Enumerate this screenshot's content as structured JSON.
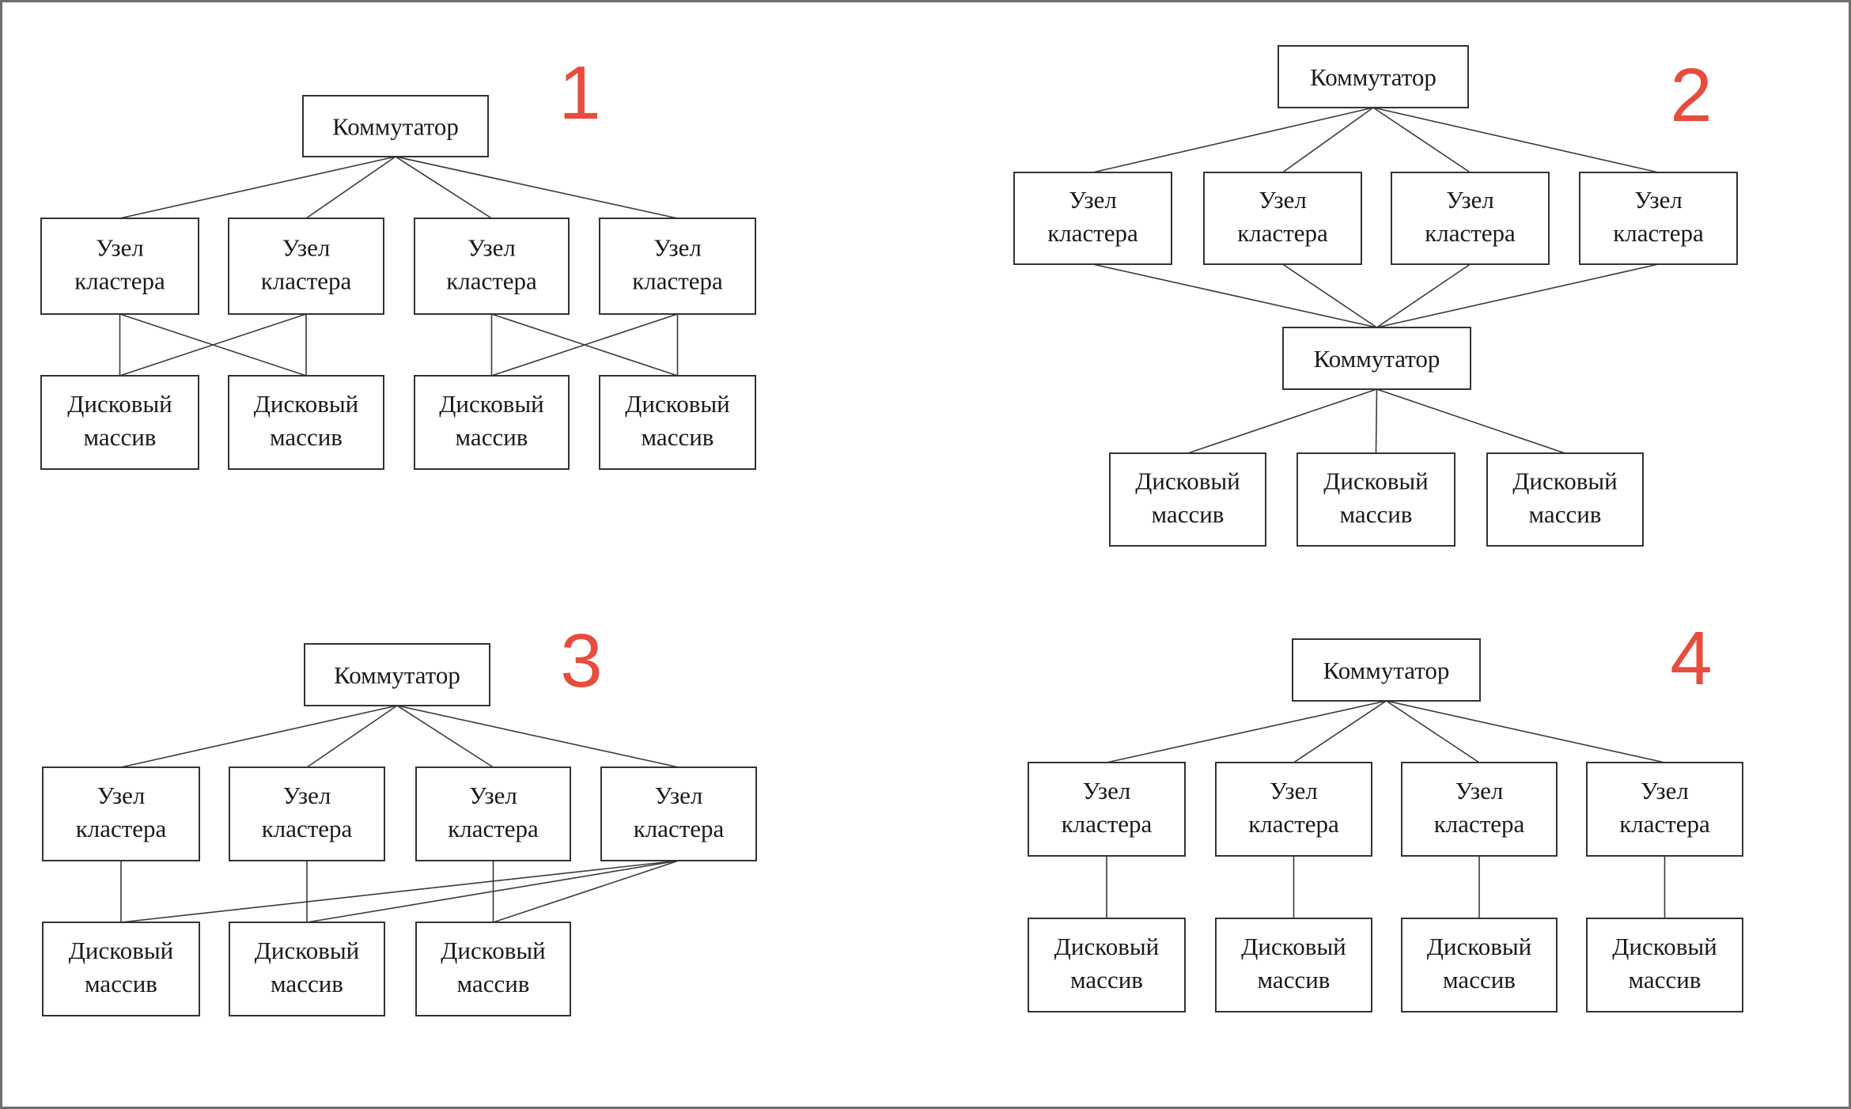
{
  "labels": {
    "switch": "Коммутатор",
    "node": [
      "Узел",
      "кластера"
    ],
    "disk": [
      "Дисковый",
      "массив"
    ]
  },
  "accent_color": "#e74c3c",
  "diagrams": [
    {
      "number": "1",
      "nodes": [
        {
          "id": "sw",
          "type": "switch"
        },
        {
          "id": "n1",
          "type": "node"
        },
        {
          "id": "n2",
          "type": "node"
        },
        {
          "id": "n3",
          "type": "node"
        },
        {
          "id": "n4",
          "type": "node"
        },
        {
          "id": "d1",
          "type": "disk"
        },
        {
          "id": "d2",
          "type": "disk"
        },
        {
          "id": "d3",
          "type": "disk"
        },
        {
          "id": "d4",
          "type": "disk"
        }
      ],
      "edges": [
        [
          "sw",
          "n1"
        ],
        [
          "sw",
          "n2"
        ],
        [
          "sw",
          "n3"
        ],
        [
          "sw",
          "n4"
        ],
        [
          "n1",
          "d1"
        ],
        [
          "n1",
          "d2"
        ],
        [
          "n2",
          "d1"
        ],
        [
          "n2",
          "d2"
        ],
        [
          "n3",
          "d3"
        ],
        [
          "n3",
          "d4"
        ],
        [
          "n4",
          "d3"
        ],
        [
          "n4",
          "d4"
        ]
      ]
    },
    {
      "number": "2",
      "nodes": [
        {
          "id": "sw",
          "type": "switch"
        },
        {
          "id": "n1",
          "type": "node"
        },
        {
          "id": "n2",
          "type": "node"
        },
        {
          "id": "n3",
          "type": "node"
        },
        {
          "id": "n4",
          "type": "node"
        },
        {
          "id": "sw2",
          "type": "switch"
        },
        {
          "id": "d1",
          "type": "disk"
        },
        {
          "id": "d2",
          "type": "disk"
        },
        {
          "id": "d3",
          "type": "disk"
        }
      ],
      "edges": [
        [
          "sw",
          "n1"
        ],
        [
          "sw",
          "n2"
        ],
        [
          "sw",
          "n3"
        ],
        [
          "sw",
          "n4"
        ],
        [
          "n1",
          "sw2"
        ],
        [
          "n2",
          "sw2"
        ],
        [
          "n3",
          "sw2"
        ],
        [
          "n4",
          "sw2"
        ],
        [
          "sw2",
          "d1"
        ],
        [
          "sw2",
          "d2"
        ],
        [
          "sw2",
          "d3"
        ]
      ]
    },
    {
      "number": "3",
      "nodes": [
        {
          "id": "sw",
          "type": "switch"
        },
        {
          "id": "n1",
          "type": "node"
        },
        {
          "id": "n2",
          "type": "node"
        },
        {
          "id": "n3",
          "type": "node"
        },
        {
          "id": "n4",
          "type": "node"
        },
        {
          "id": "d1",
          "type": "disk"
        },
        {
          "id": "d2",
          "type": "disk"
        },
        {
          "id": "d3",
          "type": "disk"
        }
      ],
      "edges": [
        [
          "sw",
          "n1"
        ],
        [
          "sw",
          "n2"
        ],
        [
          "sw",
          "n3"
        ],
        [
          "sw",
          "n4"
        ],
        [
          "n1",
          "d1"
        ],
        [
          "n2",
          "d2"
        ],
        [
          "n3",
          "d3"
        ],
        [
          "n4",
          "d1"
        ],
        [
          "n4",
          "d2"
        ],
        [
          "n4",
          "d3"
        ]
      ]
    },
    {
      "number": "4",
      "nodes": [
        {
          "id": "sw",
          "type": "switch"
        },
        {
          "id": "n1",
          "type": "node"
        },
        {
          "id": "n2",
          "type": "node"
        },
        {
          "id": "n3",
          "type": "node"
        },
        {
          "id": "n4",
          "type": "node"
        },
        {
          "id": "d1",
          "type": "disk"
        },
        {
          "id": "d2",
          "type": "disk"
        },
        {
          "id": "d3",
          "type": "disk"
        },
        {
          "id": "d4",
          "type": "disk"
        }
      ],
      "edges": [
        [
          "sw",
          "n1"
        ],
        [
          "sw",
          "n2"
        ],
        [
          "sw",
          "n3"
        ],
        [
          "sw",
          "n4"
        ],
        [
          "n1",
          "d1"
        ],
        [
          "n2",
          "d2"
        ],
        [
          "n3",
          "d3"
        ],
        [
          "n4",
          "d4"
        ]
      ]
    }
  ]
}
